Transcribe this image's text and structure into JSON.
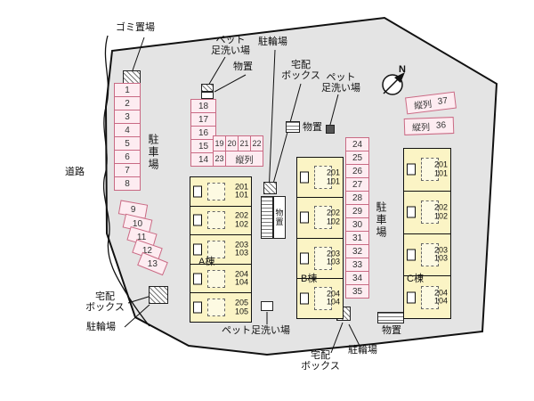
{
  "labels": {
    "garbage": "ゴミ置場",
    "pet_wash_top": "ペット\n足洗い場",
    "bike_top": "駐輪場",
    "storage_top": "物置",
    "delivery_top": "宅配\nボックス",
    "pet_wash_right": "ペット\n足洗い場",
    "storage_mid": "物置",
    "storage_between": "物置",
    "road": "道路",
    "parking_lot_left": "駐車場",
    "parking_lot_right": "駐車場",
    "delivery_bottom_left": "宅配\nボックス",
    "bike_bottom_left": "駐輪場",
    "pet_wash_bottom": "ペット足洗い場",
    "delivery_bottom_mid": "宅配\nボックス",
    "bike_bottom_mid": "駐輪場",
    "storage_bottom_right": "物置",
    "compass_n": "N"
  },
  "parking": {
    "left_column": [
      "1",
      "2",
      "3",
      "4",
      "5",
      "6",
      "7",
      "8"
    ],
    "left_curve": [
      "9",
      "10",
      "11",
      "12",
      "13"
    ],
    "mid_column": [
      "18",
      "17",
      "16",
      "15",
      "14"
    ],
    "tandem_row": [
      "19",
      "20",
      "21",
      "22"
    ],
    "tandem_row2_num": "23",
    "tandem_row2_label": "縦列",
    "right_column": [
      "24",
      "25",
      "26",
      "27",
      "28",
      "29",
      "30",
      "31",
      "32",
      "33",
      "34",
      "35"
    ],
    "tandem_top": [
      {
        "label": "縦列",
        "num": "37"
      },
      {
        "label": "縦列",
        "num": "36"
      }
    ]
  },
  "buildings": {
    "a": {
      "name": "A棟",
      "units": [
        [
          "201",
          "101"
        ],
        [
          "202",
          "102"
        ],
        [
          "203",
          "103"
        ],
        [
          "204",
          "104"
        ],
        [
          "205",
          "105"
        ]
      ]
    },
    "b": {
      "name": "B棟",
      "units": [
        [
          "201",
          "101"
        ],
        [
          "202",
          "102"
        ],
        [
          "203",
          "103"
        ],
        [
          "204",
          "104"
        ]
      ]
    },
    "c": {
      "name": "C棟",
      "units": [
        [
          "201",
          "101"
        ],
        [
          "202",
          "102"
        ],
        [
          "203",
          "103"
        ],
        [
          "204",
          "104"
        ]
      ]
    }
  }
}
